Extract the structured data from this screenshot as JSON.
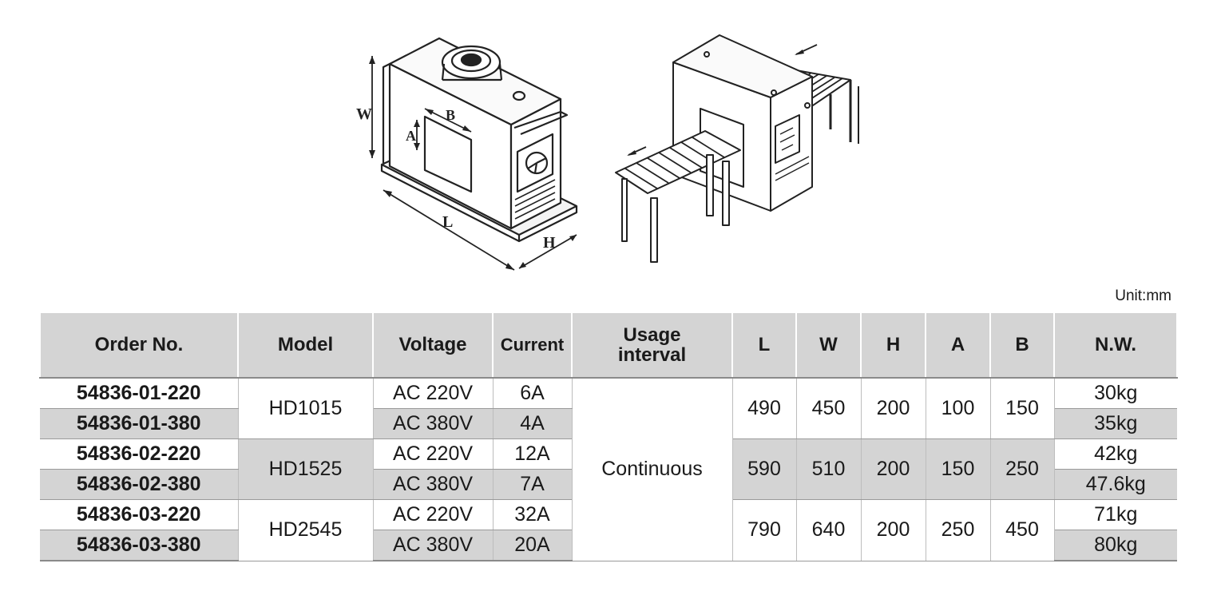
{
  "drawing": {
    "labels": {
      "w": "W",
      "a": "A",
      "b": "B",
      "l": "L",
      "h": "H"
    }
  },
  "unit_note": "Unit:mm",
  "table": {
    "headers": {
      "order_no": "Order No.",
      "model": "Model",
      "voltage": "Voltage",
      "current": "Current",
      "usage_line1": "Usage",
      "usage_line2": "interval",
      "l": "L",
      "w": "W",
      "h": "H",
      "a": "A",
      "b": "B",
      "nw": "N.W."
    },
    "usage_interval": "Continuous",
    "models": [
      {
        "model": "HD1015",
        "l": "490",
        "w": "450",
        "h": "200",
        "a": "100",
        "b": "150"
      },
      {
        "model": "HD1525",
        "l": "590",
        "w": "510",
        "h": "200",
        "a": "150",
        "b": "250"
      },
      {
        "model": "HD2545",
        "l": "790",
        "w": "640",
        "h": "200",
        "a": "250",
        "b": "450"
      }
    ],
    "rows": [
      {
        "order": "54836-01-220",
        "voltage": "AC 220V",
        "current": "6A",
        "nw": "30kg"
      },
      {
        "order": "54836-01-380",
        "voltage": "AC 380V",
        "current": "4A",
        "nw": "35kg"
      },
      {
        "order": "54836-02-220",
        "voltage": "AC 220V",
        "current": "12A",
        "nw": "42kg"
      },
      {
        "order": "54836-02-380",
        "voltage": "AC 380V",
        "current": "7A",
        "nw": "47.6kg"
      },
      {
        "order": "54836-03-220",
        "voltage": "AC 220V",
        "current": "32A",
        "nw": "71kg"
      },
      {
        "order": "54836-03-380",
        "voltage": "AC 380V",
        "current": "20A",
        "nw": "80kg"
      }
    ]
  }
}
